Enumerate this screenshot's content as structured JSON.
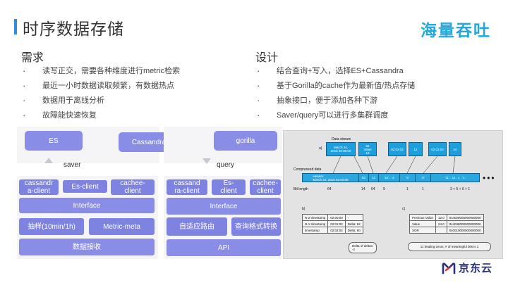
{
  "slide": {
    "title": "时序数据存储",
    "brand": "海量吞吐"
  },
  "requirements": {
    "heading": "需求",
    "items": [
      "读写正交，需要各种维度进行metric检索",
      "最近一小时数据读取频繁，有数据热点",
      "数据用于离线分析",
      "故障能快速恢复"
    ]
  },
  "design": {
    "heading": "设计",
    "items": [
      "结合查询+写入，选择ES+Cassandra",
      "基于Gorilla的cache作为最新值/热点存储",
      "抽象接口，便于添加各种下游",
      "Saver/query可以进行多集群调度"
    ]
  },
  "saver_diagram": {
    "top_es": "ES",
    "top_cassandra": "Cassandra",
    "label": "saver",
    "client1": "cassandr\na-client",
    "client2": "Es-client",
    "client3": "cachee-\nclient",
    "interface": "Interface",
    "sampling": "抽样(10min/1h)",
    "metric_meta": "Metric-meta",
    "receive": "数据接收"
  },
  "query_diagram": {
    "top_gorilla": "gorilla",
    "label": "query",
    "client1": "cassand\nra-client",
    "client2": "Es-\nclient",
    "client3": "cachee-\nclient",
    "interface": "Interface",
    "routing": "自适应路由",
    "format": "查询格式转换",
    "api": "API"
  },
  "gorilla_figure": {
    "a_label": "a)",
    "data_stream": "Data stream",
    "blk1": "March 24,\n2015 02:00:00",
    "blk2": "62\nValue\n12",
    "blk3": "02:02:02",
    "blk4": "12",
    "blk5": "02:02:02",
    "blk6": "24",
    "compressed": "Compressed data",
    "header": "Header:\nMarch 24, 2015 02:00:00",
    "c_62": "62",
    "c_12": "12",
    "c_10": "'10' : -2",
    "c_0a": "'0'",
    "c_0b": "'0'",
    "c_11": "'11' : 11 : 1 : '1'",
    "bitlength": "Bit length",
    "b64": "64",
    "b14": "14",
    "b64b": "64",
    "b9": "9",
    "b1a": "1",
    "b1b": "1",
    "bsum": "2 + 5 + 6 + 1",
    "dots": "•••",
    "b_label": "b)",
    "c_label": "c)",
    "ts_rows": [
      [
        "N-2 timestamp",
        "02:00:00",
        "-"
      ],
      [
        "N-1 timestamp",
        "02:01:02",
        "Delta: 62"
      ],
      [
        "timestamp",
        "02:02:02",
        "Delta: 60"
      ]
    ],
    "dod": "Delta of deltas:\n-2",
    "val_rows": [
      [
        "Previous Value",
        "12.0",
        "0x4028000000000000"
      ],
      [
        "Value",
        "24.0",
        "0x4038000000000000"
      ],
      [
        "XOR",
        "",
        "0x0010000000000000"
      ]
    ],
    "note": "11 leading zeros, # of meaningful bits is 1"
  },
  "logo": {
    "text": "京东云"
  }
}
